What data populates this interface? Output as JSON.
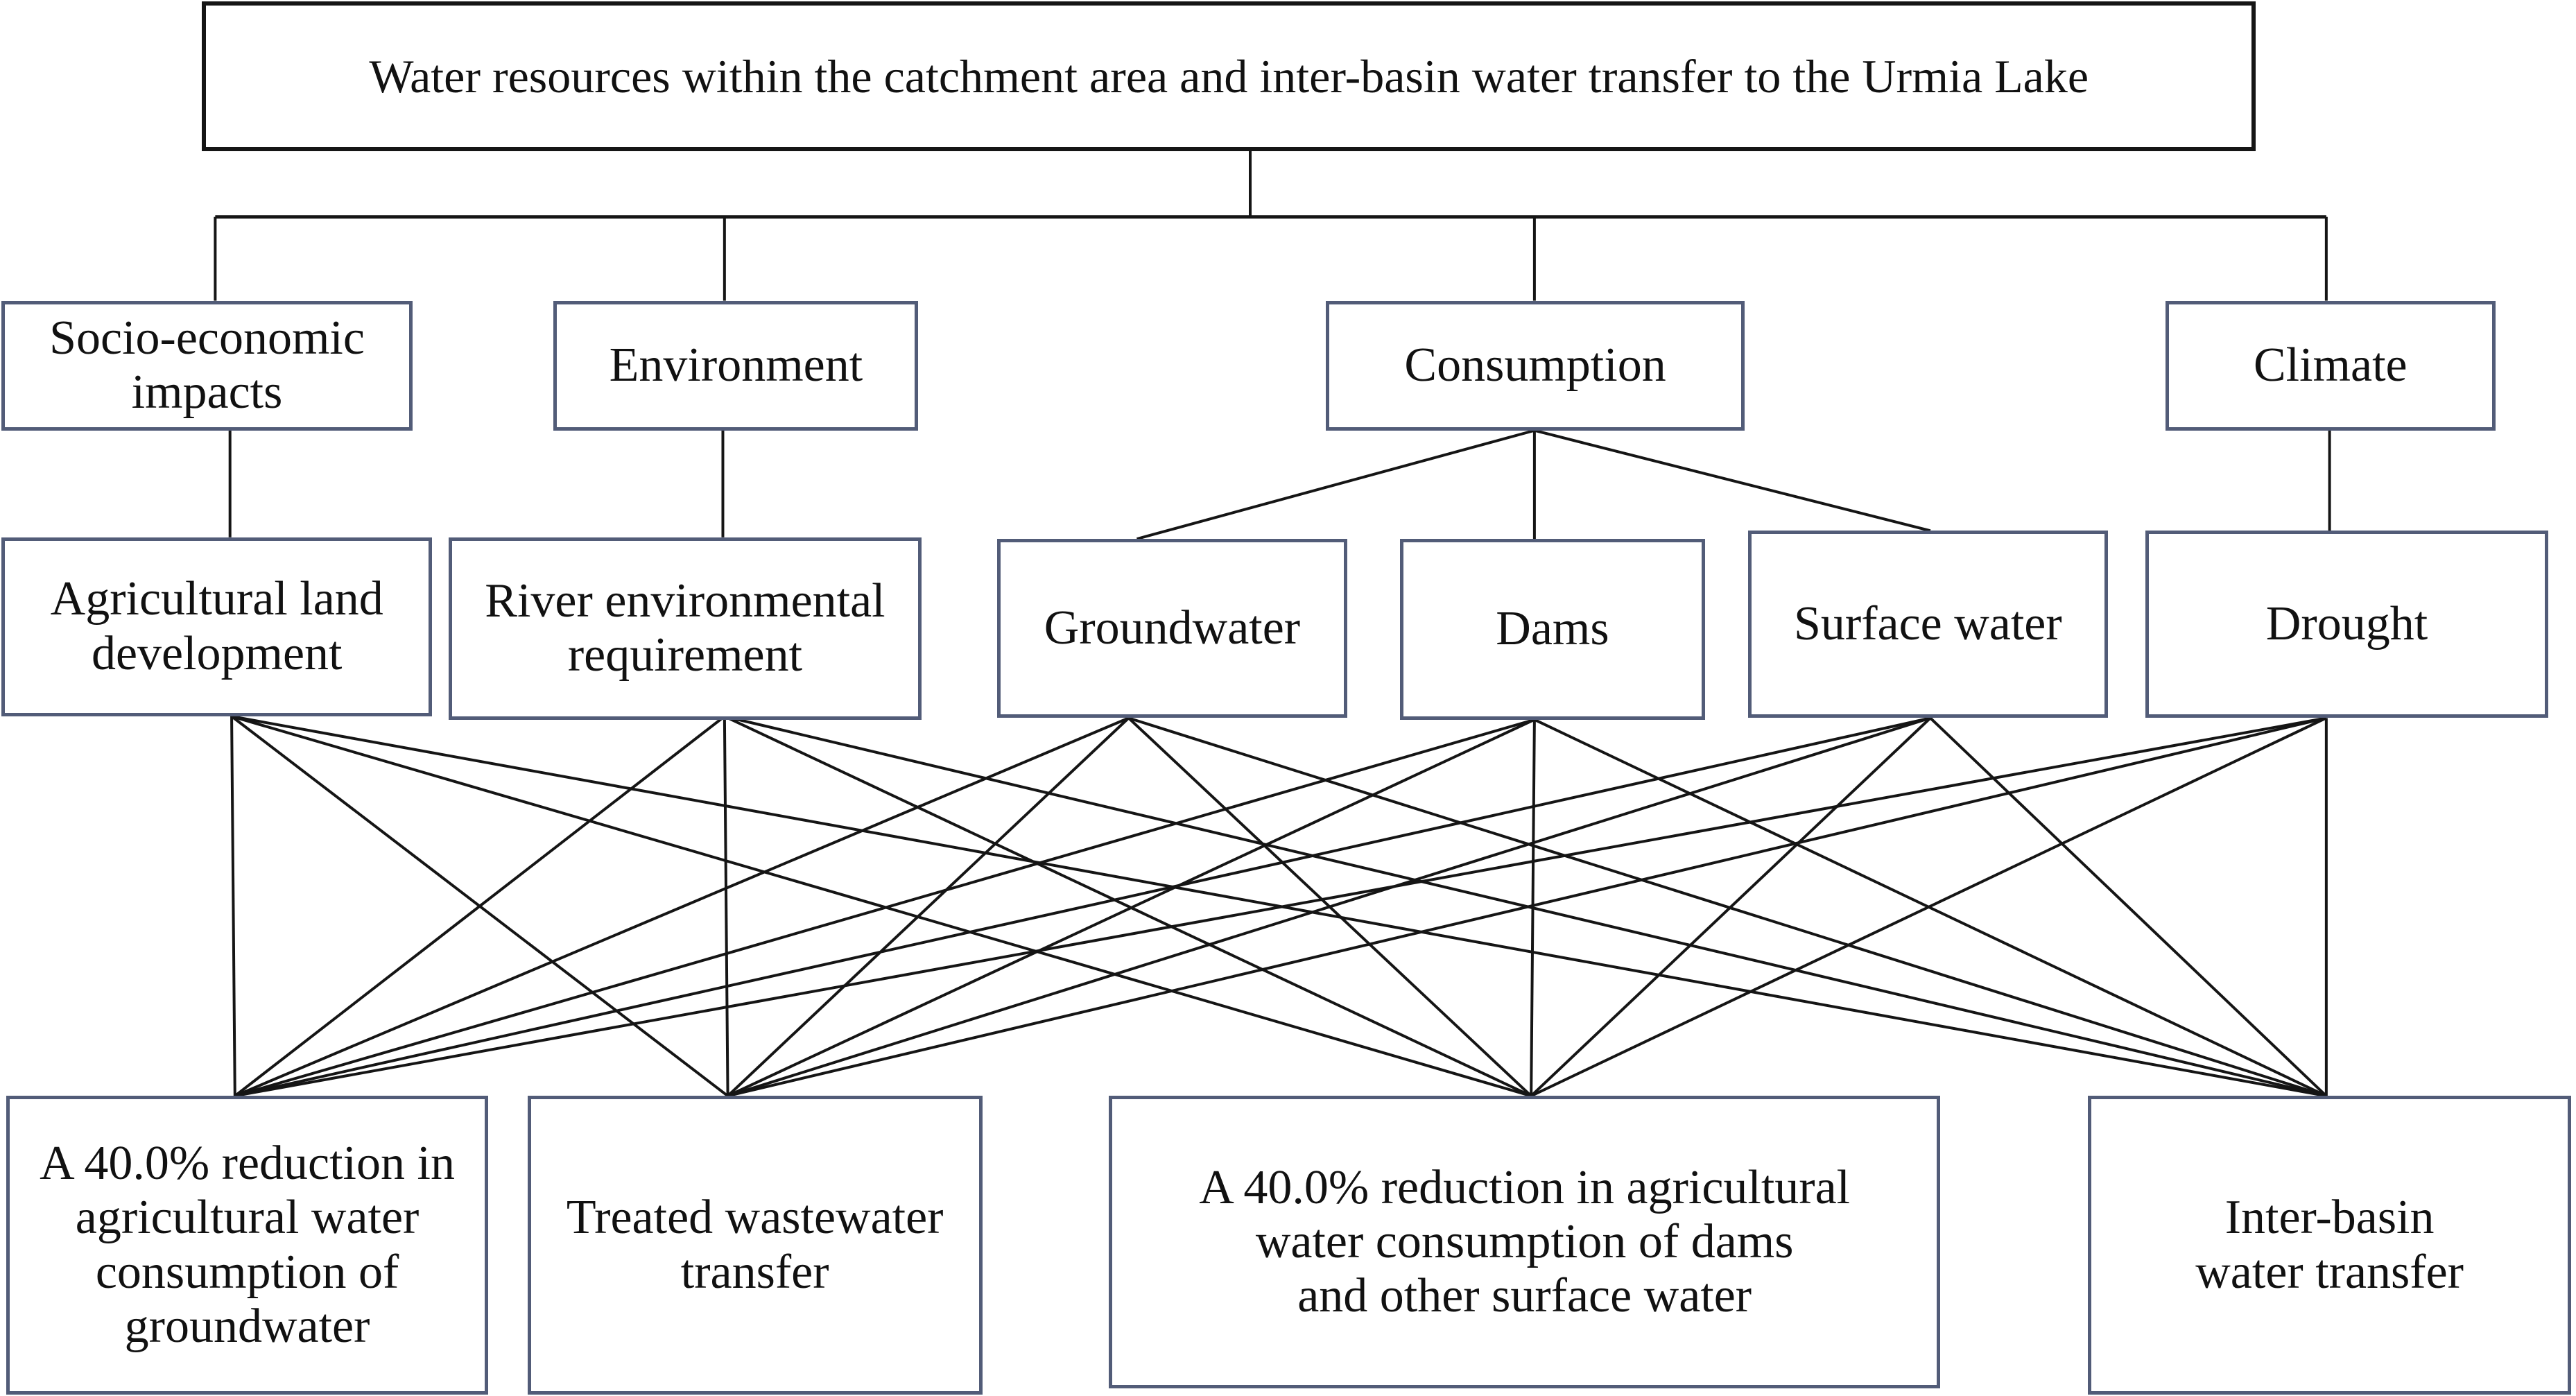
{
  "diagram": {
    "root": {
      "id": "root",
      "label": "Water resources within the catchment area and inter-basin water transfer to the Urmia Lake"
    },
    "criteria": [
      {
        "id": "socio",
        "label": "Socio-economic\nimpacts"
      },
      {
        "id": "environment",
        "label": "Environment"
      },
      {
        "id": "consumption",
        "label": "Consumption"
      },
      {
        "id": "climate",
        "label": "Climate"
      }
    ],
    "subcriteria": [
      {
        "id": "agri",
        "label": "Agricultural land\ndevelopment",
        "parent": "socio"
      },
      {
        "id": "river",
        "label": "River environmental\nrequirement",
        "parent": "environment"
      },
      {
        "id": "groundwater",
        "label": "Groundwater",
        "parent": "consumption"
      },
      {
        "id": "dams",
        "label": "Dams",
        "parent": "consumption"
      },
      {
        "id": "surface",
        "label": "Surface water",
        "parent": "consumption"
      },
      {
        "id": "drought",
        "label": "Drought",
        "parent": "climate"
      }
    ],
    "alternatives": [
      {
        "id": "alt1",
        "label": "A 40.0% reduction in\nagricultural water\nconsumption of\ngroundwater"
      },
      {
        "id": "alt2",
        "label": "Treated wastewater\ntransfer"
      },
      {
        "id": "alt3",
        "label": "A 40.0% reduction in agricultural\nwater consumption of dams\nand other surface water"
      },
      {
        "id": "alt4",
        "label": "Inter-basin\nwater transfer"
      }
    ],
    "connections": "every sub-criterion connects to every alternative",
    "colors": {
      "box_border": "#525c78",
      "root_border": "#151515",
      "line": "#151515",
      "text": "#111111",
      "background": "#ffffff"
    }
  }
}
